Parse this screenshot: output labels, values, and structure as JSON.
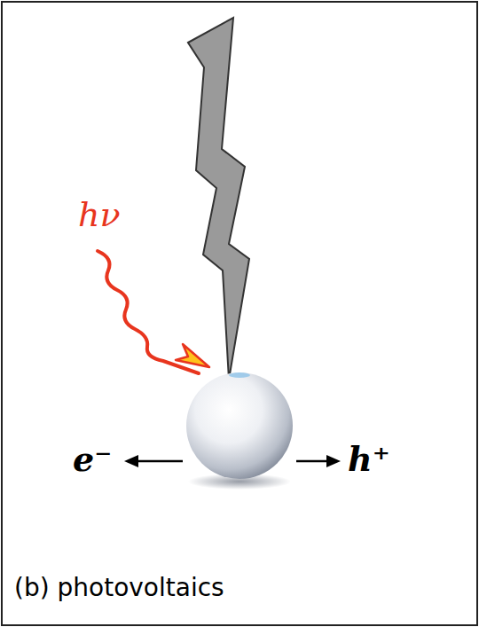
{
  "diagram": {
    "labels": [
      "hν",
      "e⁻",
      "h⁺",
      "(b) photovoltaics"
    ]
  }
}
